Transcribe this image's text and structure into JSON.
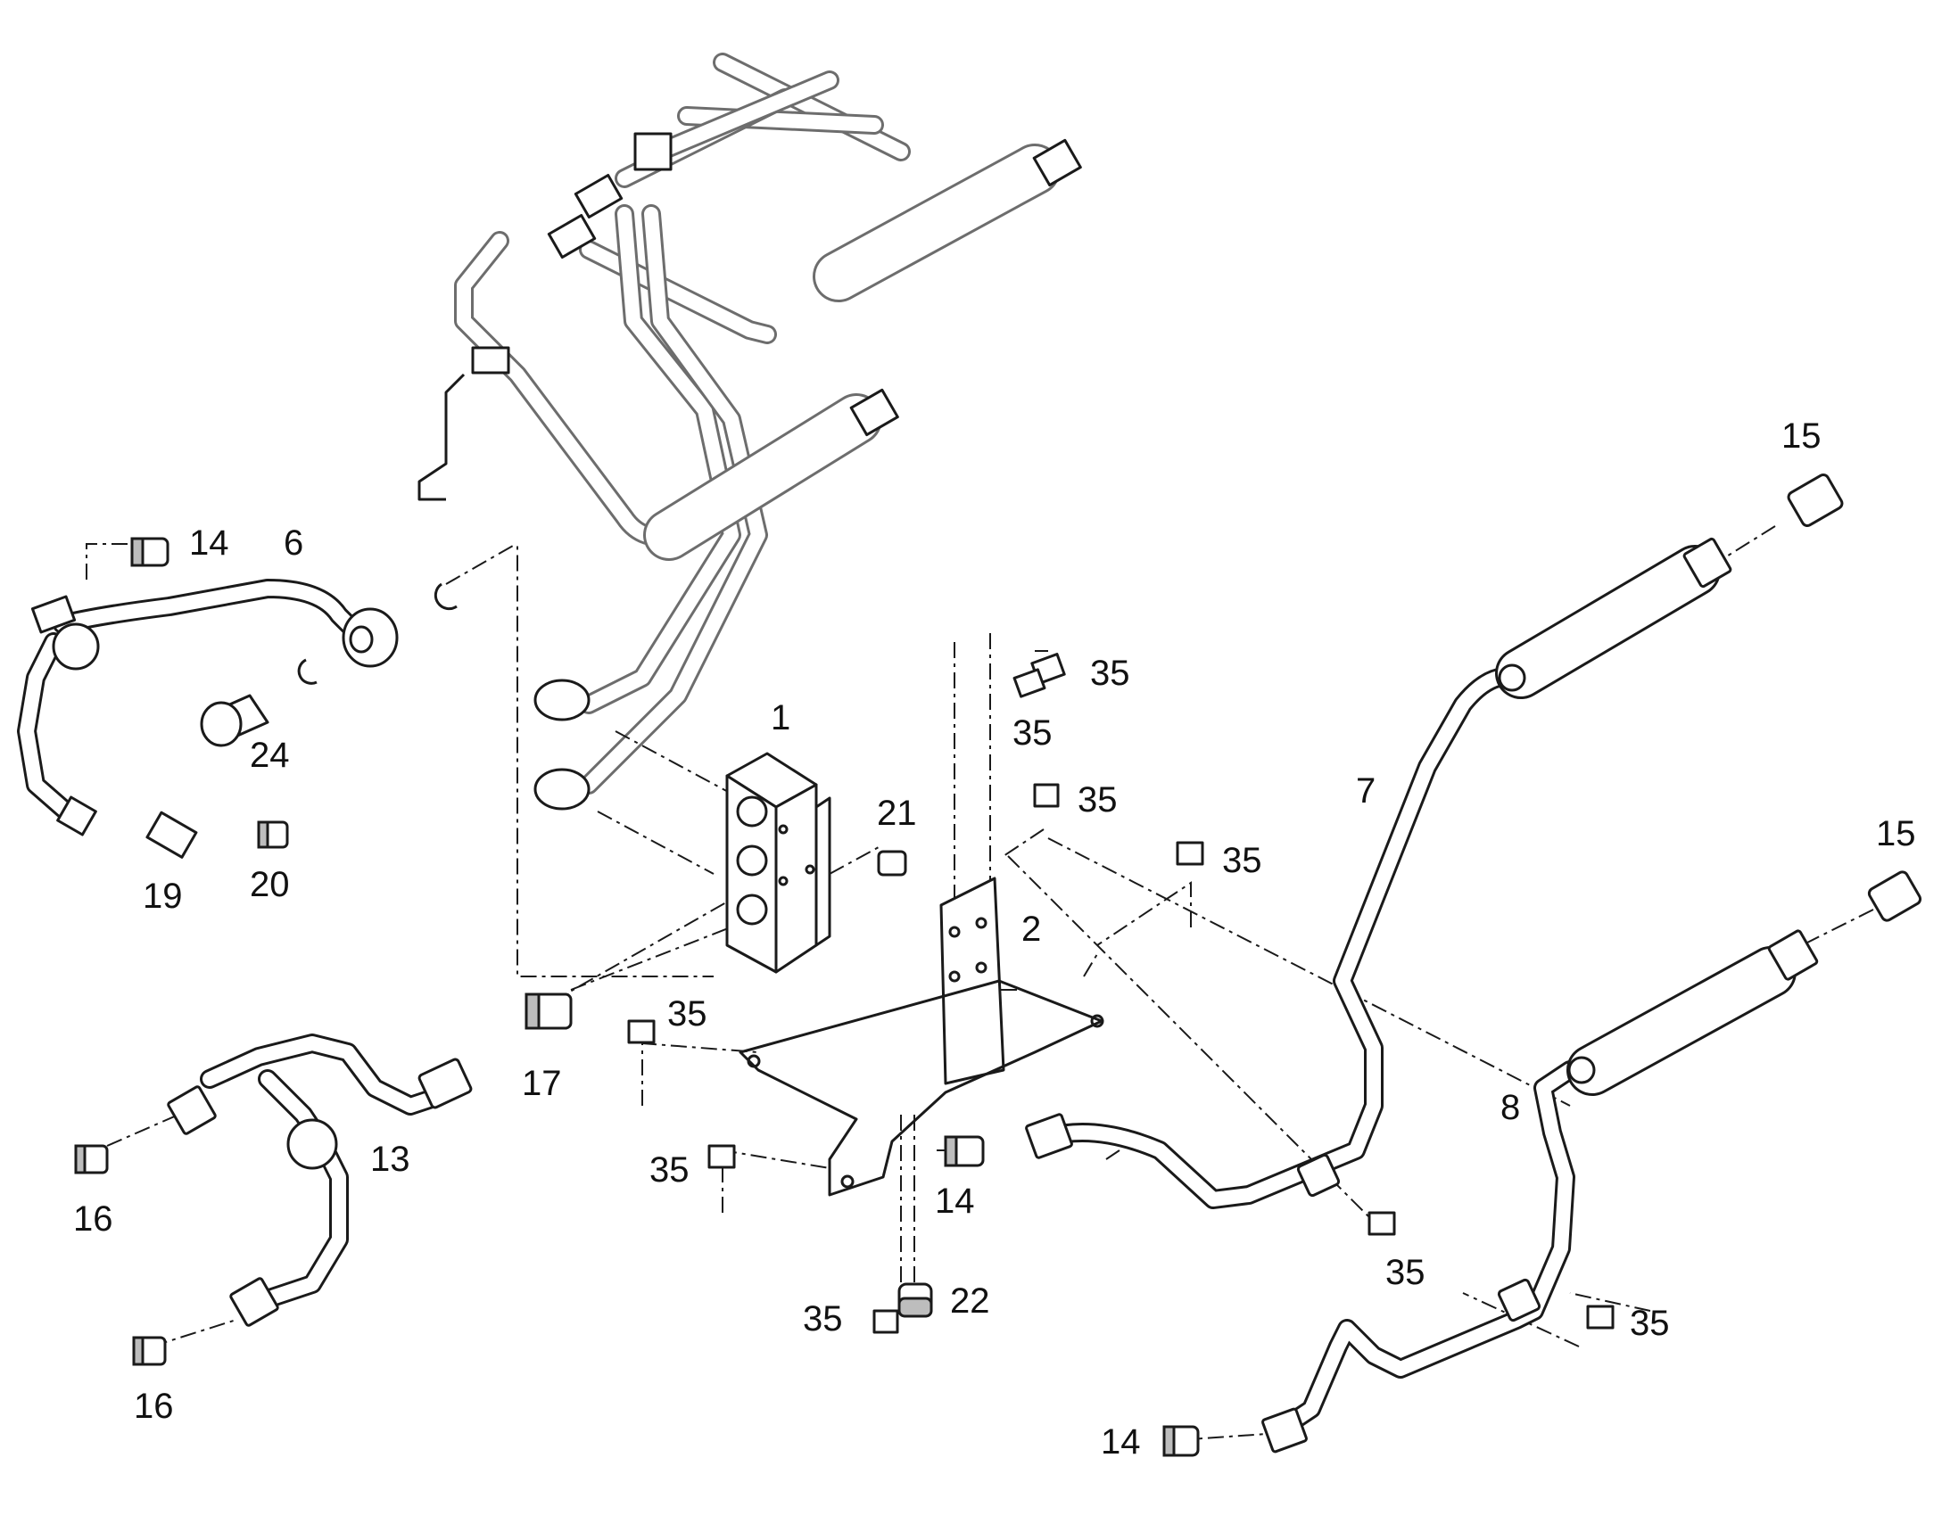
{
  "callouts": {
    "c1": "1",
    "c2": "2",
    "c6": "6",
    "c7": "7",
    "c8": "8",
    "c13": "13",
    "c14a": "14",
    "c14b": "14",
    "c14c": "14",
    "c15a": "15",
    "c15b": "15",
    "c16a": "16",
    "c16b": "16",
    "c17": "17",
    "c19": "19",
    "c20": "20",
    "c21": "21",
    "c22": "22",
    "c24": "24",
    "c35a": "35",
    "c35b": "35",
    "c35c": "35",
    "c35d": "35",
    "c35e": "35",
    "c35f": "35",
    "c35g": "35",
    "c35h": "35",
    "c35i": "35"
  },
  "colors": {
    "line": "#1a1a1a",
    "background_lines": "#6d6d6d",
    "paper": "#ffffff"
  }
}
